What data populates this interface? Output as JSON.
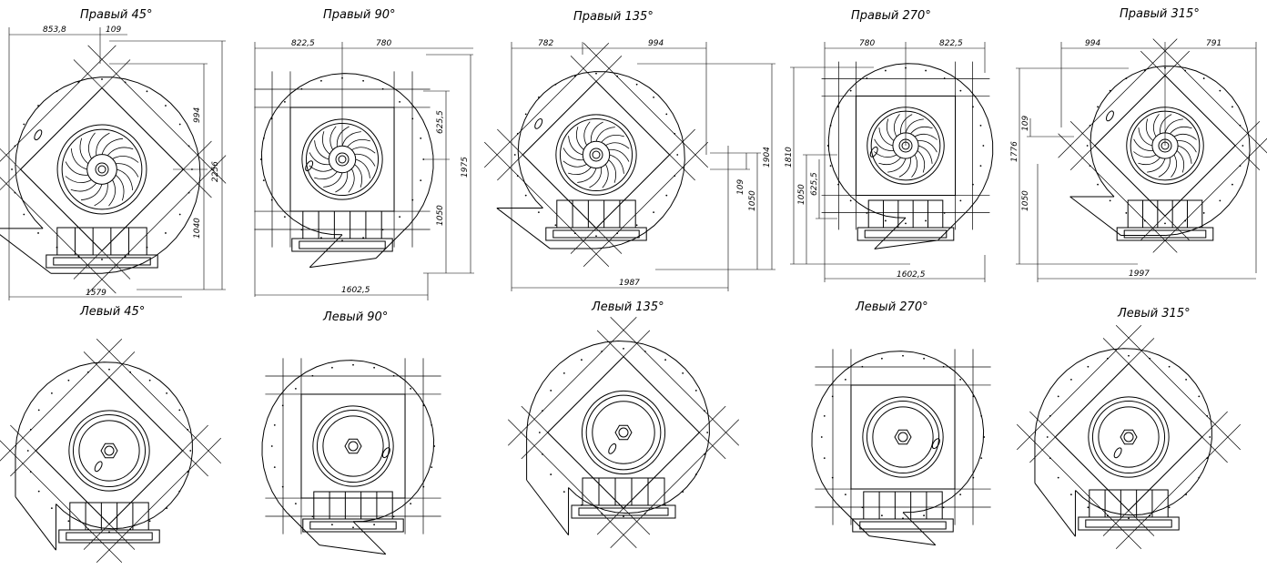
{
  "title": "",
  "views": [
    {
      "id": "r45",
      "label": "Правый 45°",
      "side": "right",
      "angle": 45,
      "dims": {
        "a": "853,8",
        "b": "109",
        "c": "994",
        "d": "2256",
        "e": "1040",
        "f": "1579"
      }
    },
    {
      "id": "r90",
      "label": "Правый 90°",
      "side": "right",
      "angle": 90,
      "dims": {
        "a": "822,5",
        "b": "780",
        "c": "625,5",
        "d": "1975",
        "e": "1050",
        "f": "1602,5"
      }
    },
    {
      "id": "r135",
      "label": "Правый 135°",
      "side": "right",
      "angle": 135,
      "dims": {
        "a": "782",
        "b": "994",
        "c": "109",
        "d": "1050",
        "e": "1904",
        "f": "1987"
      }
    },
    {
      "id": "r270",
      "label": "Правый 270°",
      "side": "right",
      "angle": 270,
      "dims": {
        "a": "780",
        "b": "822,5",
        "c": "1810",
        "d": "1050",
        "e": "625,5",
        "f": "1602,5"
      }
    },
    {
      "id": "r315",
      "label": "Правый 315°",
      "side": "right",
      "angle": 315,
      "dims": {
        "a": "994",
        "b": "791",
        "c": "109",
        "d": "1776",
        "e": "1050",
        "f": "1997"
      }
    },
    {
      "id": "l45",
      "label": "Левый 45°",
      "side": "left",
      "angle": 45
    },
    {
      "id": "l90",
      "label": "Левый 90°",
      "side": "left",
      "angle": 90
    },
    {
      "id": "l135",
      "label": "Левый 135°",
      "side": "left",
      "angle": 135
    },
    {
      "id": "l270",
      "label": "Левый 270°",
      "side": "left",
      "angle": 270
    },
    {
      "id": "l315",
      "label": "Левый 315°",
      "side": "left",
      "angle": 315
    }
  ]
}
